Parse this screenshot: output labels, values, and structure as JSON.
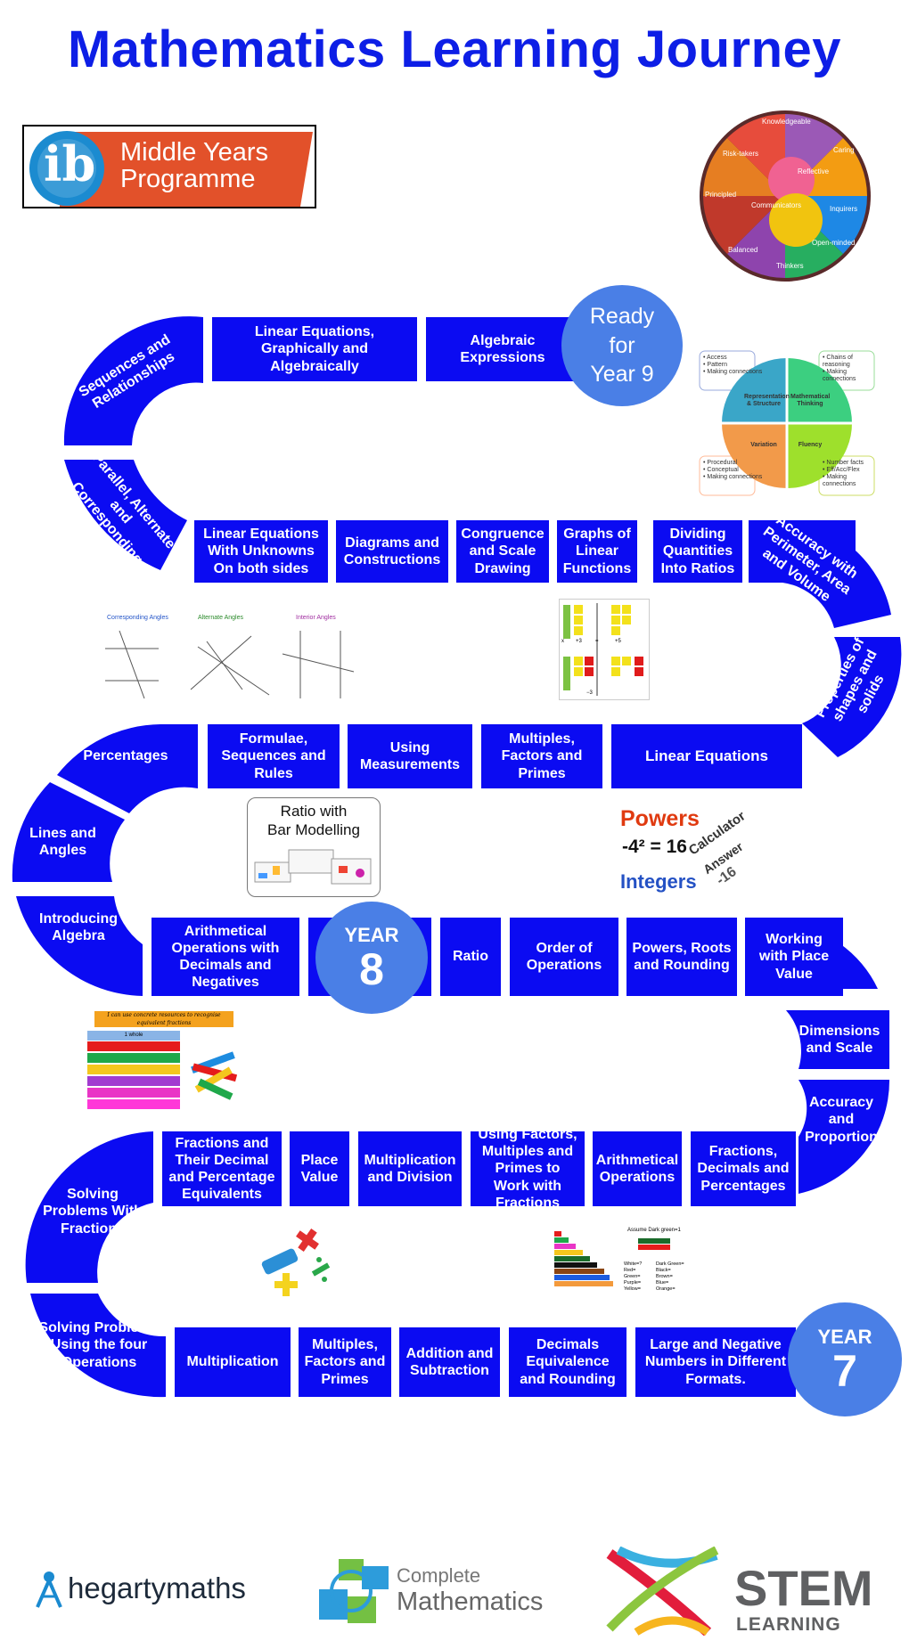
{
  "title": "Mathematics Learning Journey",
  "ib_logo": {
    "mark": "ib",
    "line1": "Middle Years",
    "line2": "Programme"
  },
  "learner_profile": [
    "Knowledgeable",
    "Caring",
    "Risk-takers",
    "Reflective",
    "Principled",
    "Communicators",
    "Inquirers",
    "Balanced",
    "Thinkers",
    "Open-minded"
  ],
  "quadrant": {
    "q1": "Representation & Structure",
    "q2": "Mathematical Thinking",
    "q3": "Variation",
    "q4": "Fluency",
    "n1": [
      "• Access",
      "• Pattern",
      "• Making connections"
    ],
    "n2": [
      "• Chains of reasoning",
      "• Making connections"
    ],
    "n3": [
      "• Procedural",
      "• Conceptual",
      "• Making connections"
    ],
    "n4": [
      "• Number facts",
      "• Eff/Acc/Flex",
      "• Making connections"
    ]
  },
  "milestones": {
    "ready_l1": "Ready",
    "ready_l2": "for",
    "ready_l3": "Year 9",
    "y8_label": "YEAR",
    "y8_num": "8",
    "y7_label": "YEAR",
    "y7_num": "7"
  },
  "tiles": {
    "sequences": "Sequences and Relationships",
    "lin_eq_graph": "Linear Equations, Graphically and Algebraically",
    "alg_expr": "Algebraic Expressions",
    "parallel": "Parallel, Alternate and Corresponding",
    "lin_eq_both": "Linear Equations With Unknowns On both sides",
    "diagrams": "Diagrams and Constructions",
    "congruence": "Congruence and Scale Drawing",
    "graphs_linear": "Graphs of Linear Functions",
    "dividing": "Dividing Quantities Into Ratios",
    "accuracy_perim": "Accuracy with Perimeter, Area and Volume",
    "properties": "Properties of shapes and solids",
    "percentages": "Percentages",
    "formulae": "Formulae, Sequences and Rules",
    "using_meas": "Using Measurements",
    "multiples8": "Multiples, Factors and Primes",
    "linear_eq": "Linear Equations",
    "lines_angles": "Lines and Angles",
    "intro_algebra": "Introducing Algebra",
    "arith_dec": "Arithmetical Operations with Decimals and Negatives",
    "ratio": "Ratio",
    "order_ops": "Order of Operations",
    "powers": "Powers, Roots and Rounding",
    "place_value_work": "Working with Place Value",
    "dimensions": "Dimensions and Scale",
    "accuracy_prop": "Accuracy and Proportion",
    "solving_frac": "Solving Problems With Fractions",
    "fractions_dec": "Fractions and Their Decimal and Percentage Equivalents",
    "place_value": "Place Value",
    "mult_div": "Multiplication and Division",
    "using_factors": "Using Factors, Multiples and Primes to Work with Fractions",
    "arith_ops": "Arithmetical Operations",
    "frac_dec_pct": "Fractions, Decimals and Percentages",
    "solving_four": "Solving Problems Using the four Operations",
    "multiplication": "Multiplication",
    "multiples7": "Multiples, Factors and Primes",
    "add_sub": "Addition and Subtraction",
    "decimals_eq": "Decimals Equivalence and Rounding",
    "large_neg": "Large and Negative Numbers in Different Formats."
  },
  "images": {
    "angles": [
      "Corresponding Angles",
      "Alternate Angles",
      "Interior Angles"
    ],
    "algebra_tiles": [
      "x",
      "+3",
      "=",
      "+5",
      "−3"
    ],
    "ratio_title_1": "Ratio with",
    "ratio_title_2": "Bar Modelling",
    "powers": {
      "word": "Powers",
      "eq": "-4² = 16",
      "calc": "Calculator",
      "answer": "Answer",
      "ans_val": "-16",
      "integers": "Integers"
    },
    "fractions": {
      "caption": "I can use concrete resources to recognise equivalent fractions",
      "whole": "1 whole"
    },
    "rods": {
      "caption": "Assume Dark green=1",
      "left": [
        "White=?",
        "Red=",
        "Green=",
        "Purple=",
        "Yellow="
      ],
      "right": [
        "Dark Green=",
        "Black=",
        "Brown=",
        "Blue=",
        "Orange="
      ]
    }
  },
  "footer": {
    "hegarty": "hegartymaths",
    "complete_1": "Complete",
    "complete_2": "Mathematics",
    "stem_1": "STEM",
    "stem_2": "LEARNING"
  },
  "colors": {
    "tile": "#0b0bf2",
    "title": "#0d1ee6",
    "milestone": "#4a7fe6"
  }
}
